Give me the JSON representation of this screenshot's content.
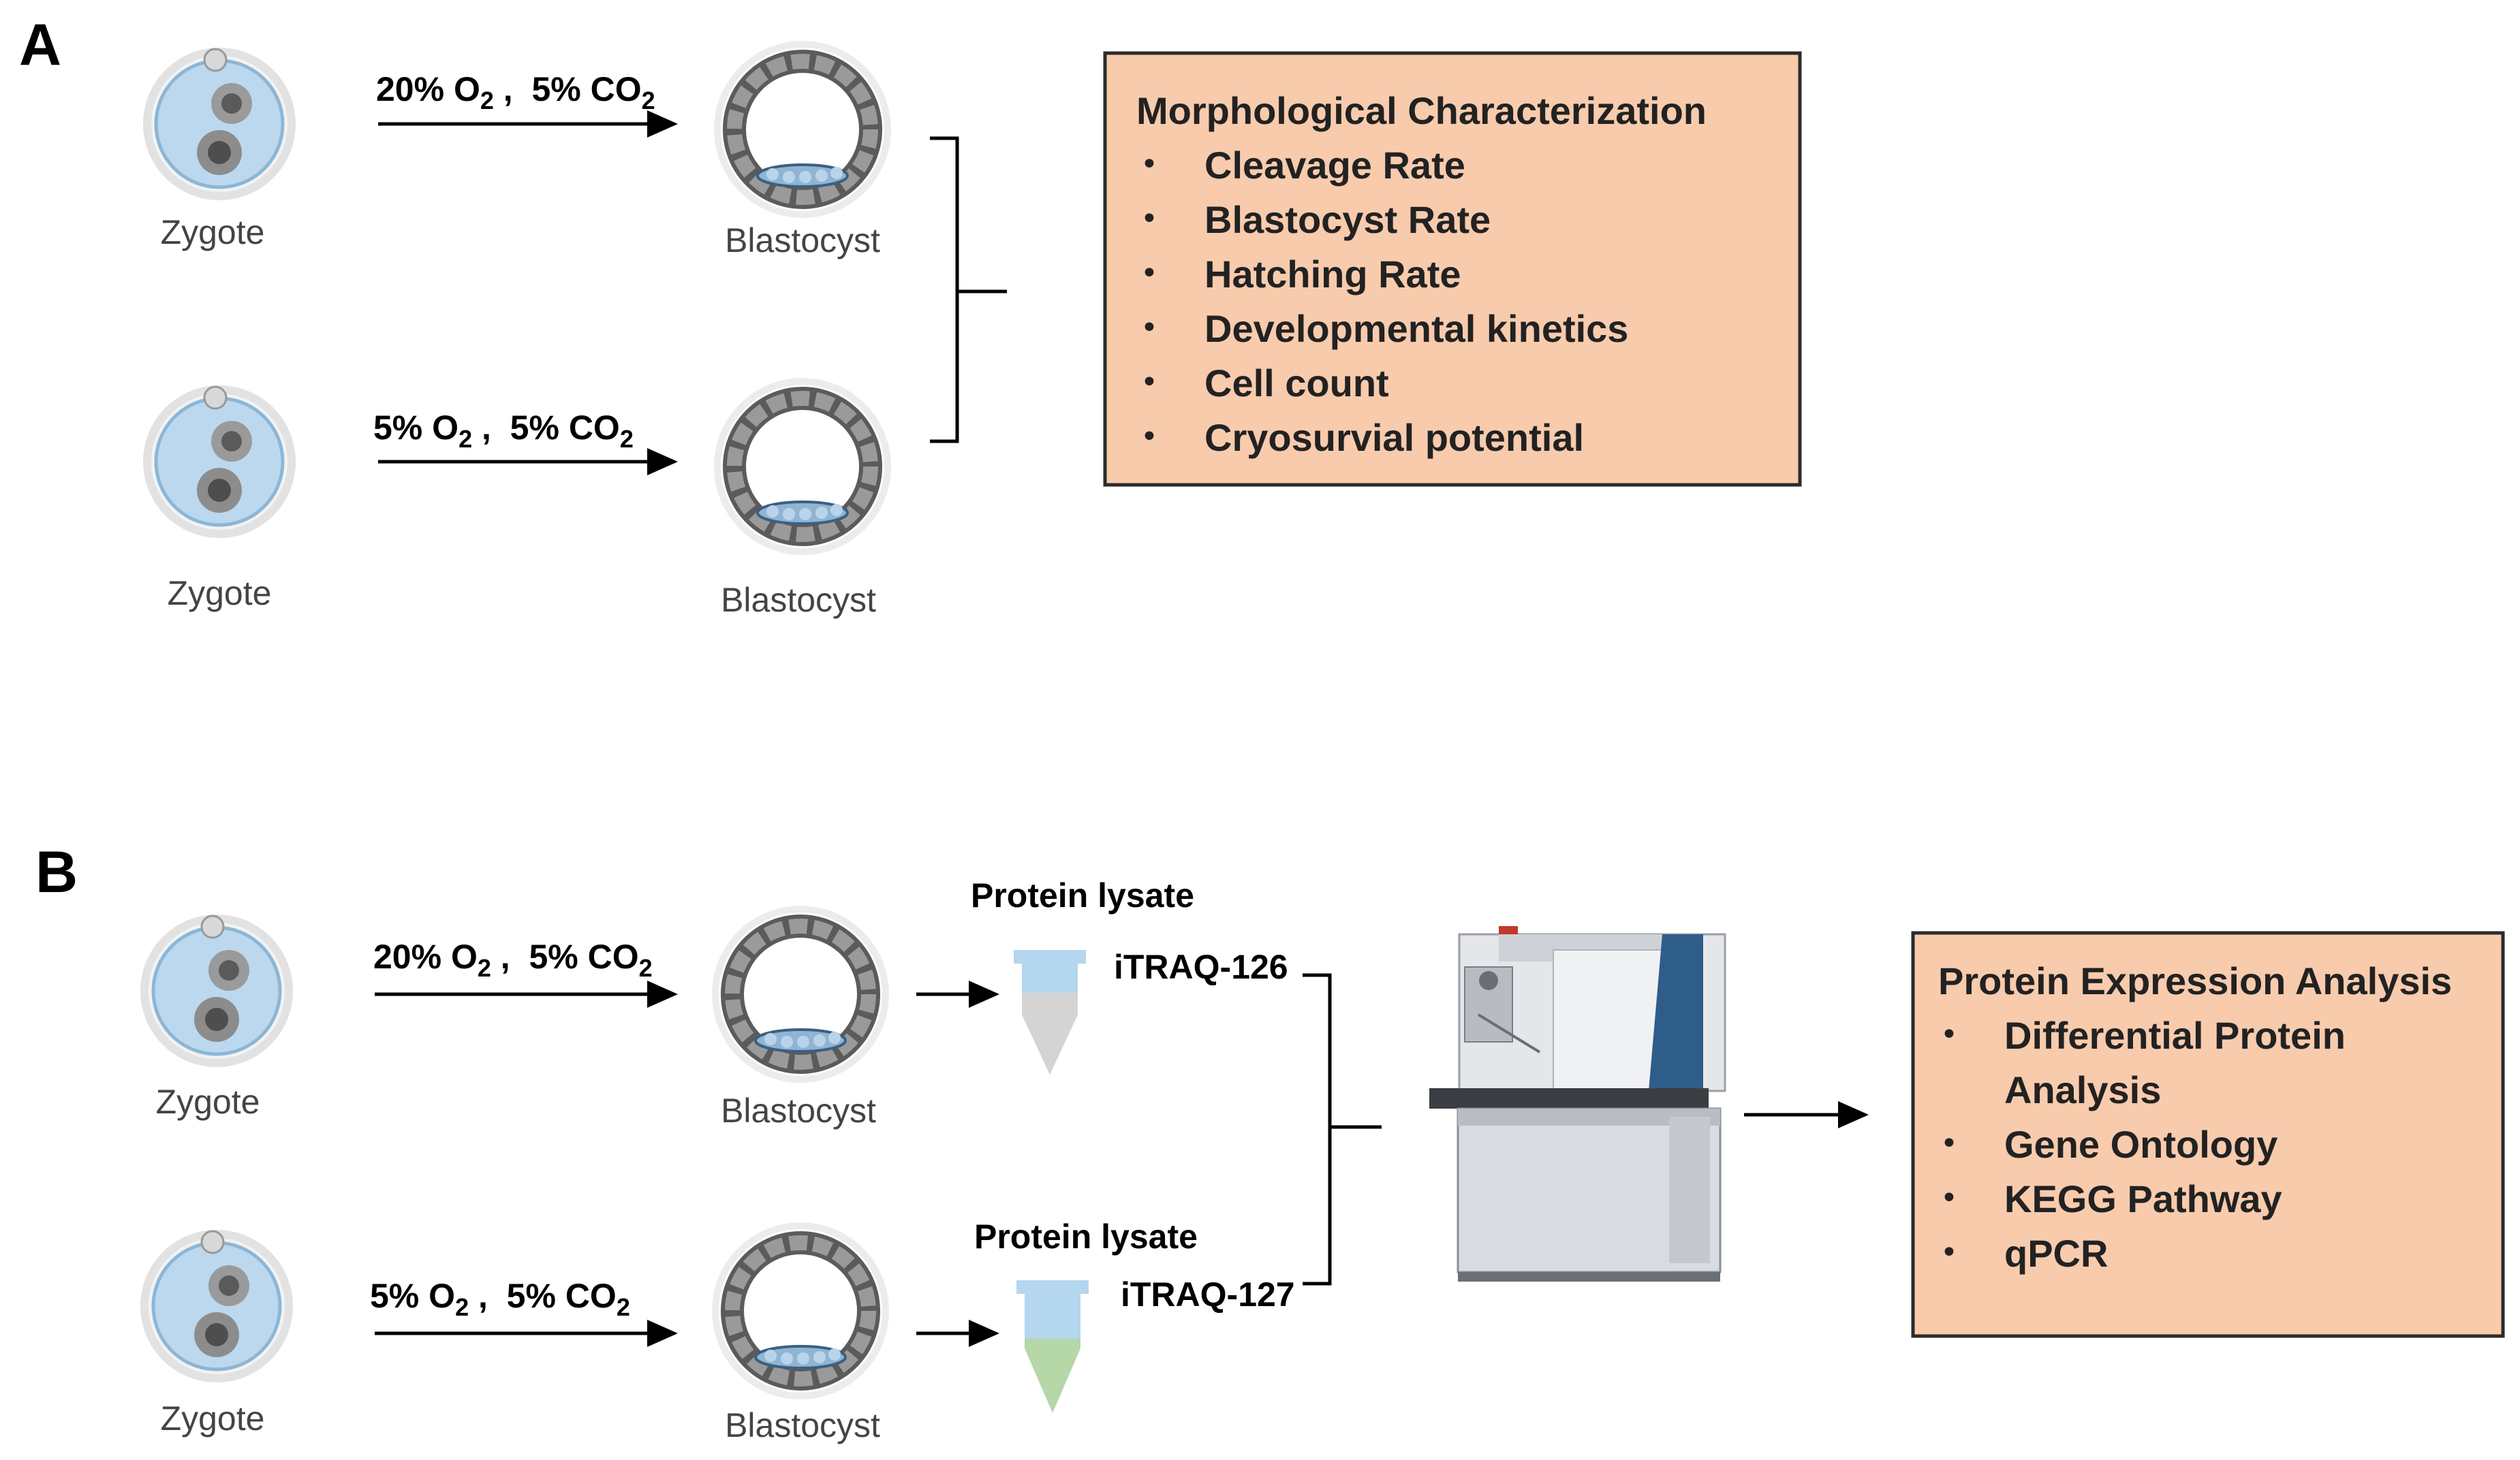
{
  "panel_a": {
    "letter": "A",
    "rows": [
      {
        "condition_o2": "20% O",
        "o2_sub": "2",
        "condition_co2": " ,  5% CO",
        "co2_sub": "2",
        "start_label": "Zygote",
        "end_label": "Blastocyst"
      },
      {
        "condition_o2": "5% O",
        "o2_sub": "2",
        "condition_co2": " ,  5% CO",
        "co2_sub": "2",
        "start_label": "Zygote",
        "end_label": "Blastocyst"
      }
    ],
    "box": {
      "title": "Morphological Characterization",
      "items": [
        "Cleavage Rate",
        "Blastocyst Rate",
        "Hatching Rate",
        "Developmental kinetics",
        "Cell count",
        "Cryosurvial potential"
      ]
    }
  },
  "panel_b": {
    "letter": "B",
    "rows": [
      {
        "condition_o2": "20% O",
        "o2_sub": "2",
        "condition_co2": " ,  5% CO",
        "co2_sub": "2",
        "start_label": "Zygote",
        "end_label": "Blastocyst",
        "lysate_label": "Protein lysate",
        "itraq_label": "iTRAQ-126"
      },
      {
        "condition_o2": "5% O",
        "o2_sub": "2",
        "condition_co2": " ,  5% CO",
        "co2_sub": "2",
        "start_label": "Zygote",
        "end_label": "Blastocyst",
        "lysate_label": "Protein lysate",
        "itraq_label": "iTRAQ-127"
      }
    ],
    "box": {
      "title": "Protein Expression Analysis",
      "items": [
        [
          "Differential Protein",
          "Analysis"
        ],
        [
          "Gene Ontology"
        ],
        [
          "KEGG Pathway"
        ],
        [
          "qPCR"
        ]
      ]
    }
  },
  "colors": {
    "box_fill": "#f8cbad",
    "zygote_fill": "#bcd8ee",
    "tube_top": "#b4d6ee",
    "tube_grey": "#d4d4d4",
    "tube_green": "#b6d7a8",
    "instrument_blue": "#2f5d8a"
  }
}
